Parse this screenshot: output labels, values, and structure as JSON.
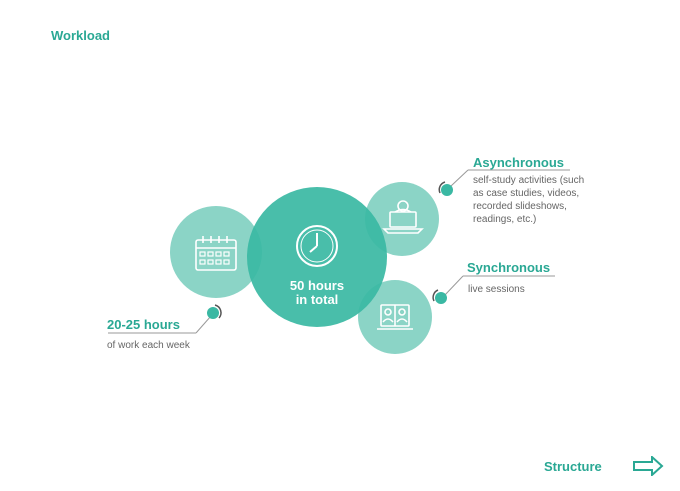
{
  "page": {
    "title": "Workload"
  },
  "center": {
    "line1": "50 hours",
    "line2": "in total"
  },
  "asynchronous": {
    "heading": "Asynchronous",
    "desc_lines": [
      "self-study activities (such",
      "as case studies, videos,",
      "recorded slideshows,",
      "readings, etc.)"
    ]
  },
  "synchronous": {
    "heading": "Synchronous",
    "desc": "live sessions"
  },
  "weekly": {
    "heading": "20-25 hours",
    "desc": "of work each week"
  },
  "nav": {
    "next_label": "Structure"
  },
  "icons": {
    "center": "clock-icon",
    "weekly": "calendar-icon",
    "asynchronous": "laptop-user-icon",
    "synchronous": "video-call-icon",
    "next": "arrow-right-icon"
  },
  "colors": {
    "accent": "#2aa894",
    "circle_light": "#7ecfc0",
    "circle_main": "#3ab8a3",
    "text_muted": "#666666"
  }
}
